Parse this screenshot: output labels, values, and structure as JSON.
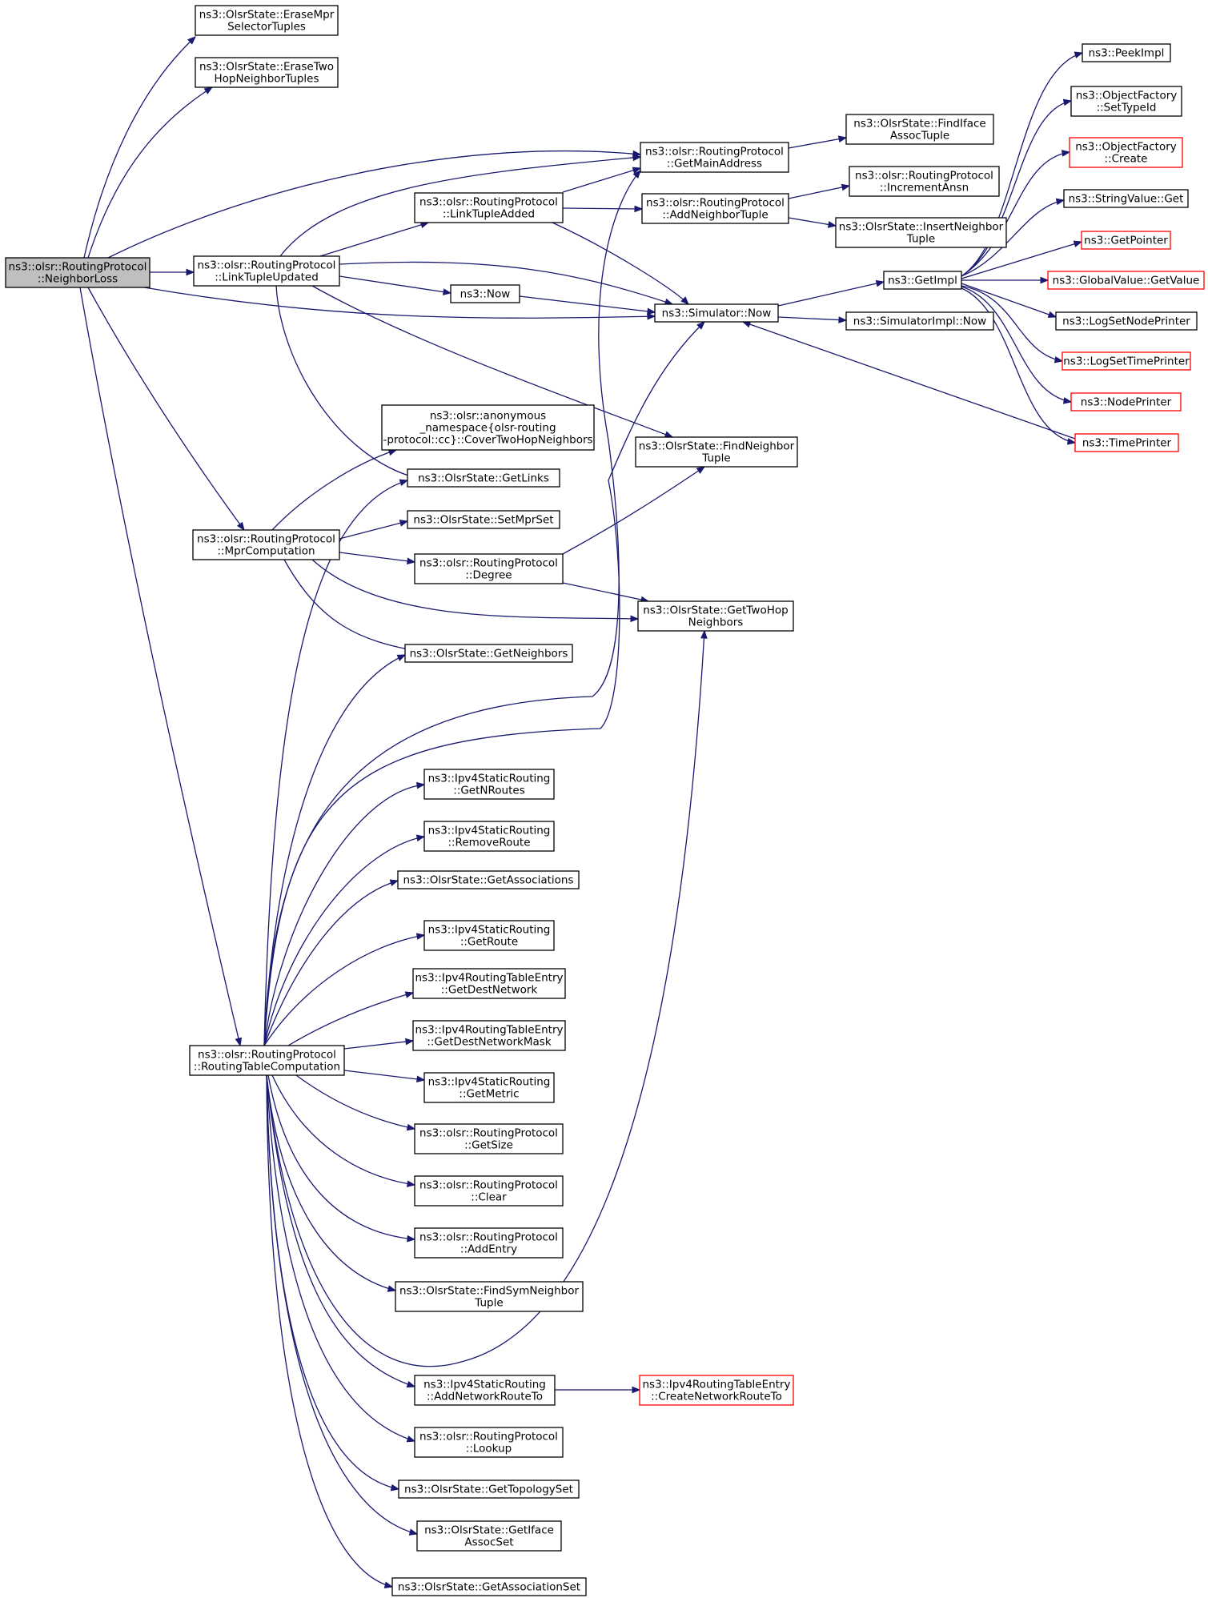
{
  "nodes": [
    {
      "id": "n0",
      "lines": [
        "ns3::olsr::RoutingProtocol",
        "::NeighborLoss"
      ],
      "style": "gray"
    },
    {
      "id": "n1",
      "lines": [
        "ns3::OlsrState::EraseMpr",
        "SelectorTuples"
      ]
    },
    {
      "id": "n2",
      "lines": [
        "ns3::OlsrState::EraseTwo",
        "HopNeighborTuples"
      ]
    },
    {
      "id": "n3",
      "lines": [
        "ns3::olsr::RoutingProtocol",
        "::GetMainAddress"
      ]
    },
    {
      "id": "n4",
      "lines": [
        "ns3::olsr::RoutingProtocol",
        "::LinkTupleUpdated"
      ]
    },
    {
      "id": "n5",
      "lines": [
        "ns3::olsr::RoutingProtocol",
        "::LinkTupleAdded"
      ]
    },
    {
      "id": "n6",
      "lines": [
        "ns3::olsr::RoutingProtocol",
        "::AddNeighborTuple"
      ]
    },
    {
      "id": "n7",
      "lines": [
        "ns3::OlsrState::FindIface",
        "AssocTuple"
      ]
    },
    {
      "id": "n8",
      "lines": [
        "ns3::olsr::RoutingProtocol",
        "::IncrementAnsn"
      ]
    },
    {
      "id": "n9",
      "lines": [
        "ns3::OlsrState::InsertNeighbor",
        "Tuple"
      ]
    },
    {
      "id": "n10",
      "lines": [
        "ns3::Now"
      ]
    },
    {
      "id": "n11",
      "lines": [
        "ns3::Simulator::Now"
      ]
    },
    {
      "id": "n12",
      "lines": [
        "ns3::GetImpl"
      ]
    },
    {
      "id": "n13",
      "lines": [
        "ns3::SimulatorImpl::Now"
      ]
    },
    {
      "id": "n14",
      "lines": [
        "ns3::PeekImpl"
      ]
    },
    {
      "id": "n15",
      "lines": [
        "ns3::ObjectFactory",
        "::SetTypeId"
      ]
    },
    {
      "id": "n16",
      "lines": [
        "ns3::ObjectFactory",
        "::Create"
      ],
      "style": "red"
    },
    {
      "id": "n17",
      "lines": [
        "ns3::StringValue::Get"
      ]
    },
    {
      "id": "n18",
      "lines": [
        "ns3::GetPointer"
      ],
      "style": "red"
    },
    {
      "id": "n19",
      "lines": [
        "ns3::GlobalValue::GetValue"
      ],
      "style": "red"
    },
    {
      "id": "n20",
      "lines": [
        "ns3::LogSetNodePrinter"
      ]
    },
    {
      "id": "n21",
      "lines": [
        "ns3::LogSetTimePrinter"
      ],
      "style": "red"
    },
    {
      "id": "n22",
      "lines": [
        "ns3::NodePrinter"
      ],
      "style": "red"
    },
    {
      "id": "n23",
      "lines": [
        "ns3::TimePrinter"
      ],
      "style": "red"
    },
    {
      "id": "n24",
      "lines": [
        "ns3::olsr::anonymous",
        "_namespace{olsr-routing",
        "-protocol::cc}::CoverTwoHopNeighbors"
      ]
    },
    {
      "id": "n25",
      "lines": [
        "ns3::OlsrState::FindNeighbor",
        "Tuple"
      ]
    },
    {
      "id": "n26",
      "lines": [
        "ns3::OlsrState::GetLinks"
      ]
    },
    {
      "id": "n27",
      "lines": [
        "ns3::olsr::RoutingProtocol",
        "::MprComputation"
      ]
    },
    {
      "id": "n28",
      "lines": [
        "ns3::OlsrState::SetMprSet"
      ]
    },
    {
      "id": "n29",
      "lines": [
        "ns3::olsr::RoutingProtocol",
        "::Degree"
      ]
    },
    {
      "id": "n30",
      "lines": [
        "ns3::OlsrState::GetTwoHop",
        "Neighbors"
      ]
    },
    {
      "id": "n31",
      "lines": [
        "ns3::OlsrState::GetNeighbors"
      ]
    },
    {
      "id": "n32",
      "lines": [
        "ns3::Ipv4StaticRouting",
        "::GetNRoutes"
      ]
    },
    {
      "id": "n33",
      "lines": [
        "ns3::Ipv4StaticRouting",
        "::RemoveRoute"
      ]
    },
    {
      "id": "n34",
      "lines": [
        "ns3::OlsrState::GetAssociations"
      ]
    },
    {
      "id": "n35",
      "lines": [
        "ns3::Ipv4StaticRouting",
        "::GetRoute"
      ]
    },
    {
      "id": "n36",
      "lines": [
        "ns3::Ipv4RoutingTableEntry",
        "::GetDestNetwork"
      ]
    },
    {
      "id": "n37",
      "lines": [
        "ns3::Ipv4RoutingTableEntry",
        "::GetDestNetworkMask"
      ]
    },
    {
      "id": "n38",
      "lines": [
        "ns3::olsr::RoutingProtocol",
        "::RoutingTableComputation"
      ]
    },
    {
      "id": "n39",
      "lines": [
        "ns3::Ipv4StaticRouting",
        "::GetMetric"
      ]
    },
    {
      "id": "n40",
      "lines": [
        "ns3::olsr::RoutingProtocol",
        "::GetSize"
      ]
    },
    {
      "id": "n41",
      "lines": [
        "ns3::olsr::RoutingProtocol",
        "::Clear"
      ]
    },
    {
      "id": "n42",
      "lines": [
        "ns3::olsr::RoutingProtocol",
        "::AddEntry"
      ]
    },
    {
      "id": "n43",
      "lines": [
        "ns3::OlsrState::FindSymNeighbor",
        "Tuple"
      ]
    },
    {
      "id": "n44",
      "lines": [
        "ns3::Ipv4StaticRouting",
        "::AddNetworkRouteTo"
      ]
    },
    {
      "id": "n45",
      "lines": [
        "ns3::Ipv4RoutingTableEntry",
        "::CreateNetworkRouteTo"
      ],
      "style": "red"
    },
    {
      "id": "n46",
      "lines": [
        "ns3::olsr::RoutingProtocol",
        "::Lookup"
      ]
    },
    {
      "id": "n47",
      "lines": [
        "ns3::OlsrState::GetTopologySet"
      ]
    },
    {
      "id": "n48",
      "lines": [
        "ns3::OlsrState::GetIface",
        "AssocSet"
      ]
    },
    {
      "id": "n49",
      "lines": [
        "ns3::OlsrState::GetAssociationSet"
      ]
    }
  ],
  "edges": [
    [
      "n0",
      "n1"
    ],
    [
      "n0",
      "n2"
    ],
    [
      "n0",
      "n3"
    ],
    [
      "n0",
      "n4"
    ],
    [
      "n0",
      "n11"
    ],
    [
      "n0",
      "n27"
    ],
    [
      "n0",
      "n38"
    ],
    [
      "n4",
      "n3"
    ],
    [
      "n4",
      "n5"
    ],
    [
      "n4",
      "n11"
    ],
    [
      "n4",
      "n10"
    ],
    [
      "n4",
      "n25"
    ],
    [
      "n4",
      "n26"
    ],
    [
      "n5",
      "n3"
    ],
    [
      "n5",
      "n6"
    ],
    [
      "n5",
      "n11"
    ],
    [
      "n6",
      "n8"
    ],
    [
      "n6",
      "n9"
    ],
    [
      "n3",
      "n7"
    ],
    [
      "n10",
      "n11"
    ],
    [
      "n11",
      "n12"
    ],
    [
      "n11",
      "n13"
    ],
    [
      "n12",
      "n14"
    ],
    [
      "n12",
      "n15"
    ],
    [
      "n12",
      "n16"
    ],
    [
      "n12",
      "n17"
    ],
    [
      "n12",
      "n18"
    ],
    [
      "n12",
      "n19"
    ],
    [
      "n12",
      "n20"
    ],
    [
      "n12",
      "n21"
    ],
    [
      "n12",
      "n22"
    ],
    [
      "n12",
      "n23"
    ],
    [
      "n23",
      "n11"
    ],
    [
      "n27",
      "n24"
    ],
    [
      "n27",
      "n28"
    ],
    [
      "n27",
      "n29"
    ],
    [
      "n27",
      "n30"
    ],
    [
      "n27",
      "n31"
    ],
    [
      "n29",
      "n25"
    ],
    [
      "n29",
      "n30"
    ],
    [
      "n38",
      "n26"
    ],
    [
      "n38",
      "n31"
    ],
    [
      "n38",
      "n3"
    ],
    [
      "n38",
      "n11"
    ],
    [
      "n38",
      "n32"
    ],
    [
      "n38",
      "n33"
    ],
    [
      "n38",
      "n34"
    ],
    [
      "n38",
      "n35"
    ],
    [
      "n38",
      "n36"
    ],
    [
      "n38",
      "n37"
    ],
    [
      "n38",
      "n39"
    ],
    [
      "n38",
      "n40"
    ],
    [
      "n38",
      "n41"
    ],
    [
      "n38",
      "n42"
    ],
    [
      "n38",
      "n43"
    ],
    [
      "n38",
      "n30"
    ],
    [
      "n38",
      "n44"
    ],
    [
      "n38",
      "n46"
    ],
    [
      "n38",
      "n47"
    ],
    [
      "n38",
      "n48"
    ],
    [
      "n38",
      "n49"
    ],
    [
      "n44",
      "n45"
    ]
  ],
  "colors": {
    "edge": "#191970",
    "node_border": "#000000",
    "red_border": "#ff0000",
    "root_fill": "#bfbfbf"
  }
}
